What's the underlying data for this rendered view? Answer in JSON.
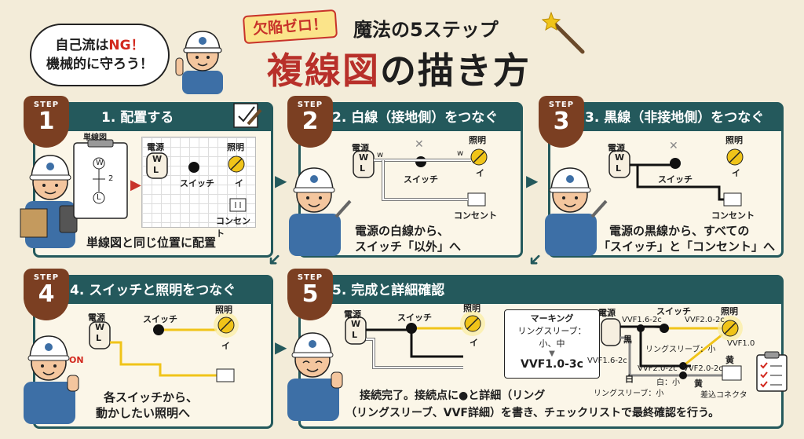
{
  "bubble": {
    "line1_pre": "自己流は",
    "line1_ng": "NG！",
    "line2": "機械的に守ろう！"
  },
  "title": {
    "flag": "欠陥ゼロ！",
    "line1": "魔法の5ステップ",
    "line2_red": "複線図",
    "line2_rest": "の描き方"
  },
  "steps": [
    {
      "badge": "STEP",
      "num": "1",
      "title": "1. 配置する",
      "caption": "単線図と同じ位置に配置",
      "labels": {
        "single": "単線図",
        "power": "電源",
        "light": "照明",
        "switch": "スイッチ",
        "outlet": "コンセント",
        "w": "W",
        "l": "L",
        "i": "イ",
        "two": "2"
      }
    },
    {
      "badge": "STEP",
      "num": "2",
      "title": "2. 白線（接地側）をつなぐ",
      "caption1": "電源の白線から、",
      "caption2": "スイッチ「以外」へ",
      "labels": {
        "power": "電源",
        "light": "照明",
        "switch": "スイッチ",
        "outlet": "コンセント",
        "w": "W",
        "l": "L",
        "i": "イ",
        "wire_w": "w"
      }
    },
    {
      "badge": "STEP",
      "num": "3",
      "title": "3. 黒線（非接地側）をつなぐ",
      "caption1": "電源の黒線から、すべての",
      "caption2": "「スイッチ」と「コンセント」へ",
      "labels": {
        "power": "電源",
        "light": "照明",
        "switch": "スイッチ",
        "outlet": "コンセント",
        "w": "W",
        "l": "L",
        "i": "イ"
      }
    },
    {
      "badge": "STEP",
      "num": "4",
      "title": "4. スイッチと照明をつなぐ",
      "caption1": "各スイッチから、",
      "caption2": "動かしたい照明へ",
      "labels": {
        "power": "電源",
        "light": "照明",
        "switch": "スイッチ",
        "w": "W",
        "l": "L",
        "i": "イ",
        "on": "ON"
      }
    },
    {
      "badge": "STEP",
      "num": "5",
      "title": "5. 完成と詳細確認",
      "caption1": "接続完了。接続点に●と詳細（リング",
      "caption2": "（リングスリーブ、VVF詳細）を書き、チェックリストで最終確認を行う。",
      "labels": {
        "power": "電源",
        "light": "照明",
        "switch": "スイッチ",
        "w": "W",
        "l": "L",
        "i": "イ",
        "marking_title": "マーキング",
        "marking_sleeve": "リングスリーブ：",
        "marking_size": "小、中",
        "marking_vvf": "VVF1.0-3c",
        "power2": "電源",
        "switch2": "スイッチ",
        "light2": "照明",
        "vvf16a": "VVF1.6-2c",
        "vvf20a": "VVF2.0-2c",
        "vvf16b": "VVF1.6-2c",
        "vvf20b": "VVF2.0-2c",
        "vvf20c": "VVF2.0-2c",
        "vvf10": "VVF1.0",
        "black": "黒",
        "white": "白",
        "yellow": "黄",
        "yellow2": "黄",
        "sleeve_small1": "リングスリーブ：小",
        "sleeve_small2": "リングスリーブ：小",
        "white_small": "白：小",
        "connector": "差込コネクタ"
      }
    }
  ],
  "colors": {
    "teal": "#24595c",
    "brown": "#7b3f22",
    "red": "#b8302a",
    "yellow": "#f0c419",
    "bg": "#f3ecd9"
  }
}
